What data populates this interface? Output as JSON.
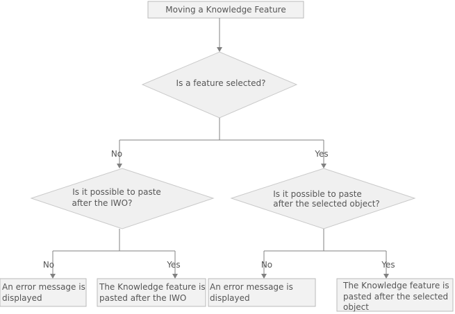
{
  "title": "Moving a Knowledge Feature",
  "decisions": {
    "root": "Is a feature selected?",
    "left": [
      "Is it possible to paste",
      "after the IWO?"
    ],
    "right": [
      "Is it possible to paste",
      "after the selected object?"
    ]
  },
  "labels": {
    "no_top": "No",
    "yes_top": "Yes",
    "no_left": "No",
    "yes_left": "Yes",
    "no_right": "No",
    "yes_right": "Yes"
  },
  "outcomes": {
    "left_no": [
      "An error message is",
      "displayed"
    ],
    "left_yes": [
      "The Knowledge feature is",
      "pasted after the IWO"
    ],
    "right_no": [
      "An error message is",
      "displayed"
    ],
    "right_yes": [
      "The Knowledge feature is",
      "pasted after the selected",
      "object"
    ]
  }
}
